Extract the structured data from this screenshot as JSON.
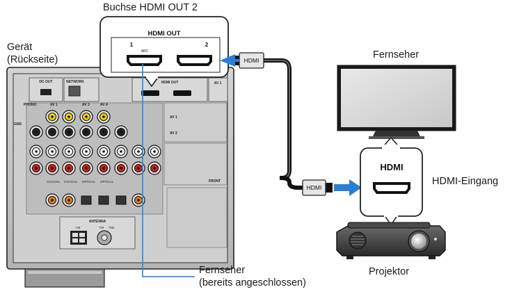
{
  "labels": {
    "callout_title": "Buchse HDMI OUT 2",
    "device_line1": "Gerät",
    "device_line2": "(Rückseite)",
    "tv": "Fernseher",
    "hdmi_input": "HDMI-Eingang",
    "projector": "Projektor",
    "tv_connected_line1": "Fernseher",
    "tv_connected_line2": "(bereits angeschlossen)"
  },
  "callout": {
    "heading": "HDMI OUT",
    "port1_number": "1",
    "port1_sub": "ARC",
    "port2_number": "2"
  },
  "projector_callout": {
    "heading": "HDMI"
  },
  "cable": {
    "plug_label_top": "HDMI",
    "plug_label_bottom": "HDMI"
  },
  "panel": {
    "dc_out": "DC OUT",
    "network": "NETWORK",
    "hdmi_out": "HDMI OUT",
    "phono": "PHONO",
    "gnd": "GND",
    "av1": "AV 1",
    "av2": "AV 2",
    "av3": "AV 3",
    "av4": "AV 4",
    "antenna": "ANTENNA",
    "am": "AM",
    "fm": "FM",
    "fm_ohm": "75Ω",
    "front": "FRONT",
    "optical": "OPTICAL",
    "coaxial": "COAXIAL"
  },
  "colors": {
    "arrow_blue": "#2a7fd4",
    "line_blue": "#3a8fd8",
    "device_gray": "#c6c6c6",
    "panel_dark": "#2e2e2e",
    "rca_yellow": "#e8d20a",
    "rca_red": "#cc2222",
    "rca_green": "#2a9a3a",
    "rca_blue": "#2255bb",
    "rca_orange": "#e07a1a"
  }
}
